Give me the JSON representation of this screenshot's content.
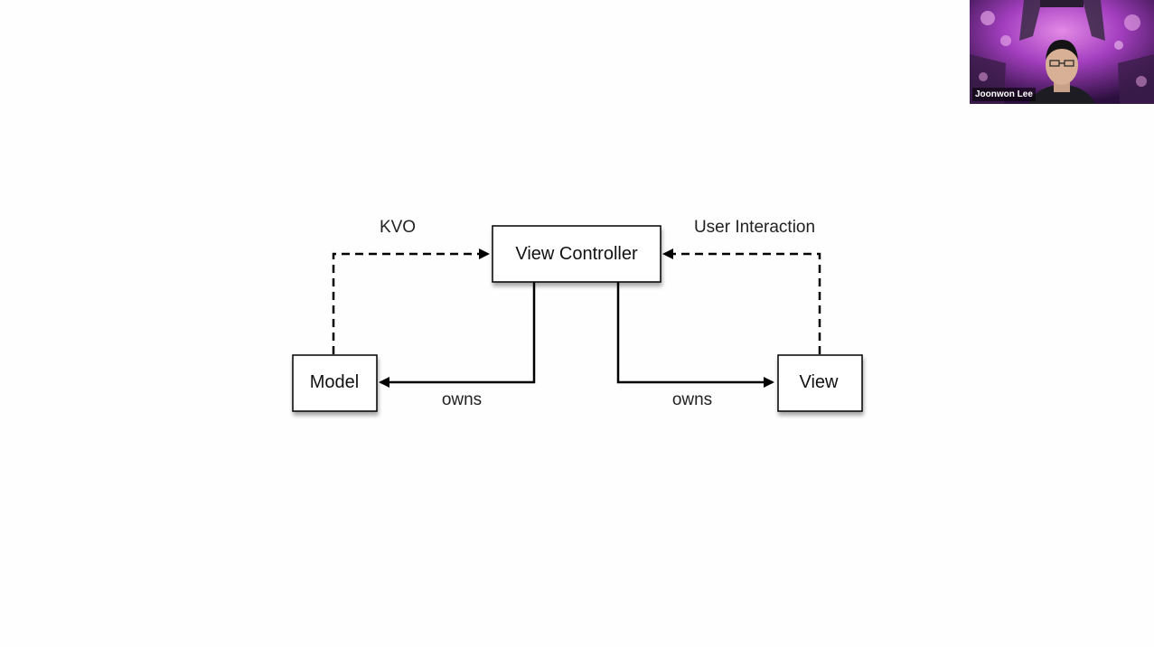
{
  "diagram": {
    "nodes": {
      "view_controller": "View Controller",
      "model": "Model",
      "view": "View"
    },
    "edges": {
      "kvo": "KVO",
      "user_interaction": "User Interaction",
      "owns_model": "owns",
      "owns_view": "owns"
    },
    "colors": {
      "line": "#000000",
      "box_fill": "#ffffff",
      "box_shadow": "#c8c8c8"
    }
  },
  "video": {
    "participant_name": "Joonwon Lee",
    "colors": {
      "background": "#2a1240",
      "accent": "#c45ad8"
    }
  }
}
